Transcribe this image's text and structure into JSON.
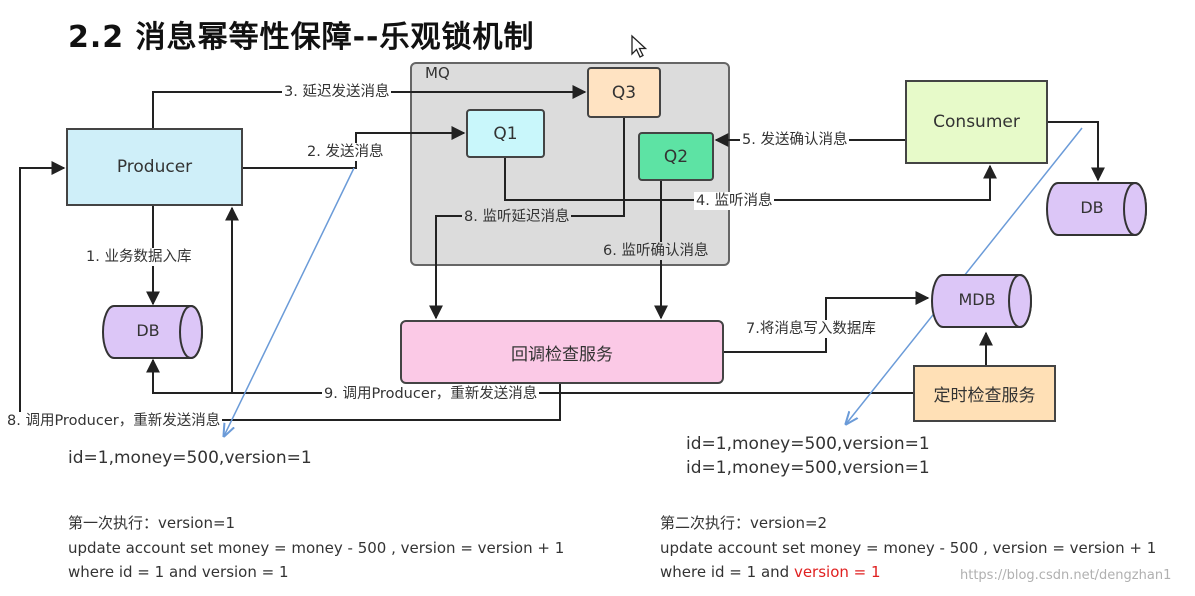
{
  "title": "2.2 消息幂等性保障--乐观锁机制",
  "mq_label": "MQ",
  "boxes": {
    "producer": "Producer",
    "q1": "Q1",
    "q2": "Q2",
    "q3": "Q3",
    "consumer": "Consumer",
    "callback_service": "回调检查服务",
    "timer_service": "定时检查服务",
    "db_left": "DB",
    "db_right": "DB",
    "mdb": "MDB"
  },
  "arrows": {
    "a1": "1. 业务数据入库",
    "a2": "2. 发送消息",
    "a3": "3. 延迟发送消息",
    "a4": "4. 监听消息",
    "a5": "5. 发送确认消息",
    "a6": "6. 监听确认消息",
    "a7": "7.将消息写入数据库",
    "a8_delay": "8. 监听延迟消息",
    "a8_call": "8. 调用Producer，重新发送消息",
    "a9": "9. 调用Producer，重新发送消息"
  },
  "records": {
    "left": "id=1,money=500,version=1",
    "right1": "id=1,money=500,version=1",
    "right2": "id=1,money=500,version=1"
  },
  "first_exec": {
    "heading": "第一次执行：",
    "version": "version=1",
    "sql1": "update account set money = money - 500 , version = version + 1",
    "sql2": "where id = 1 and version = 1"
  },
  "second_exec": {
    "heading": "第二次执行：",
    "version": "version=2",
    "sql1": "update account set money = money - 500 , version = version + 1",
    "sql2_prefix": "where id = 1 and ",
    "sql2_highlight": "version = 1"
  },
  "watermark": "https://blog.csdn.net/dengzhan1",
  "colors": {
    "highlight": "#e02020",
    "line_blue": "#6b9bd8"
  }
}
